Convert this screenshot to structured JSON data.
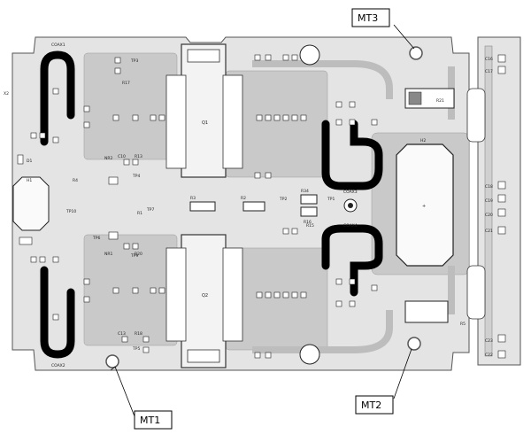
{
  "callouts": {
    "mt1": "MT1",
    "mt2": "MT2",
    "mt3": "MT3"
  },
  "board_labels": {
    "coax1": "COAX1",
    "coax2": "COAX2",
    "coax3": "COAX3",
    "coax4": "COAX4",
    "q1": "Q1",
    "q2": "Q2",
    "r1": "R1",
    "r2": "R2",
    "r3": "R3",
    "r4": "R4",
    "r5": "R5",
    "r15": "R15",
    "r16": "R16",
    "r21": "R21",
    "r34": "R34",
    "tp1": "TP1",
    "tp2": "TP2",
    "tp3": "TP3",
    "tp4": "TP4",
    "tp5": "TP5",
    "tp6": "TP6",
    "tp7": "TP7",
    "tp9": "TP9",
    "tp10": "TP10",
    "h1": "H1",
    "h2": "H2",
    "x2": "X2",
    "d1": "D1",
    "c16": "C16",
    "c17": "C17",
    "c18": "C18",
    "c19": "C19",
    "c20": "C20",
    "c21": "C21",
    "c22": "C22",
    "c23": "C23",
    "c13": "C13",
    "c10": "C10",
    "nr2": "NR2",
    "nr1": "NR1",
    "r13": "R13",
    "r17": "R17",
    "r18": "R18",
    "r20": "R20"
  }
}
